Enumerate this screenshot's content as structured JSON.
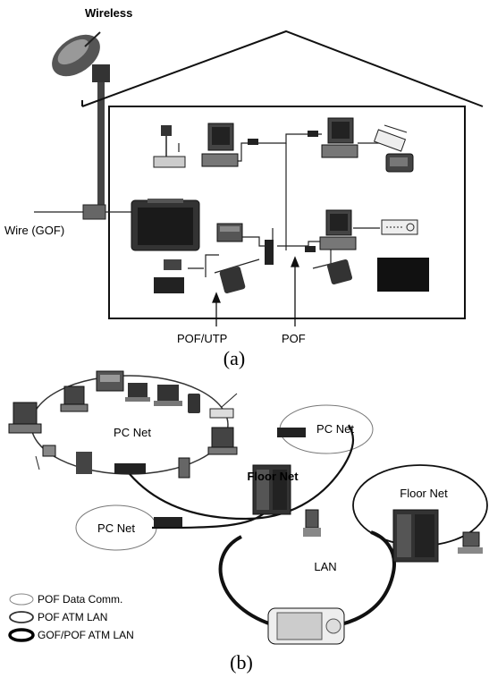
{
  "panel_a": {
    "labels": {
      "wireless": "Wireless",
      "wire": "Wire (GOF)",
      "pof_utp": "POF/UTP",
      "pof": "POF"
    },
    "caption": "(a)"
  },
  "panel_b": {
    "net_labels": {
      "pc_net_main": "PC Net",
      "pc_net_right": "PC Net",
      "pc_net_left": "PC Net",
      "floor_net_center": "Floor Net",
      "floor_net_right": "Floor Net",
      "lan": "LAN"
    },
    "legend": [
      {
        "label": "POF Data Comm."
      },
      {
        "label": "POF ATM LAN"
      },
      {
        "label": "GOF/POF ATM LAN"
      }
    ],
    "caption": "(b)"
  }
}
